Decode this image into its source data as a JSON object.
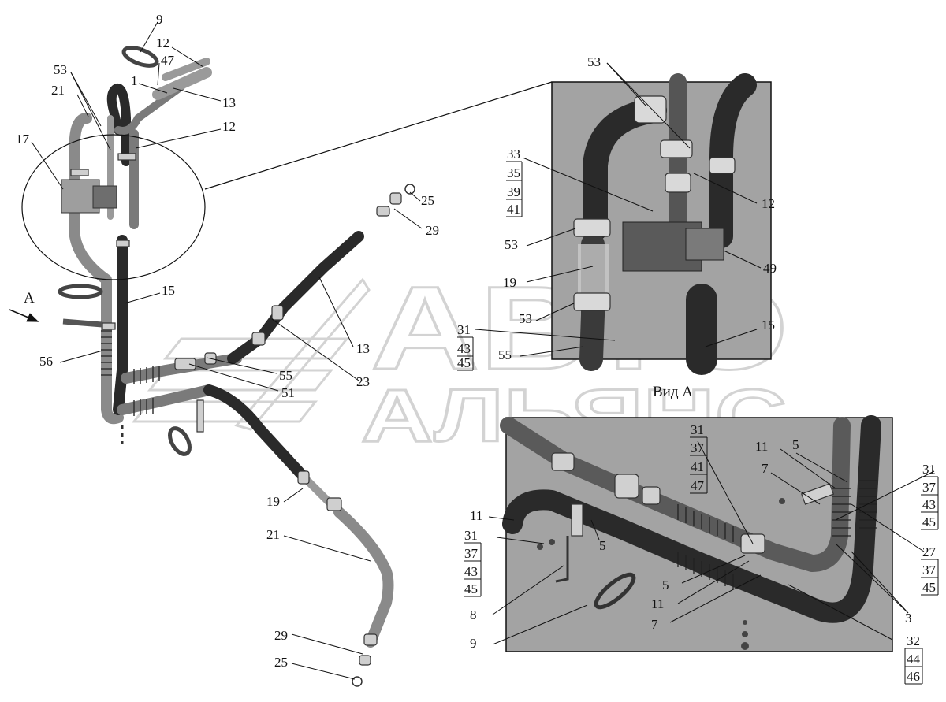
{
  "watermark": {
    "line1": "АВТО",
    "line2": "АЛЬЯНС"
  },
  "view_arrow_label": "А",
  "inset1_caption": "Вид А",
  "callouts": {
    "c9": "9",
    "c12a": "12",
    "c47": "47",
    "c53a": "53",
    "c1": "1",
    "c21a": "21",
    "c13a": "13",
    "c12b": "12",
    "c17": "17",
    "c25a": "25",
    "c29a": "29",
    "c15a": "15",
    "c56": "56",
    "c13b": "13",
    "c55a": "55",
    "c51": "51",
    "c23": "23",
    "c19a": "19",
    "c21b": "21",
    "c29b": "29",
    "c25b": "25",
    "i53a": "53",
    "i12": "12",
    "i53b": "53",
    "i49": "49",
    "i19": "19",
    "i53c": "53",
    "i15": "15",
    "i55": "55",
    "g1a": "33",
    "g1b": "35",
    "g1c": "39",
    "g1d": "41",
    "g2a": "31",
    "g2b": "43",
    "g2c": "45",
    "j11a": "11",
    "j5a": "5",
    "j7a": "7",
    "j11b": "11",
    "j5b": "5",
    "j11c": "11",
    "j5c": "5",
    "j7b": "7",
    "j8": "8",
    "j9": "9",
    "j3": "3",
    "g3a": "31",
    "g3b": "37",
    "g3c": "41",
    "g3d": "47",
    "g4a": "31",
    "g4b": "37",
    "g4c": "43",
    "g4d": "45",
    "g5a": "31",
    "g5b": "37",
    "g5c": "43",
    "g5d": "45",
    "g6a": "27",
    "g6b": "37",
    "g6c": "45",
    "g7a": "32",
    "g7b": "44",
    "g7c": "46"
  }
}
